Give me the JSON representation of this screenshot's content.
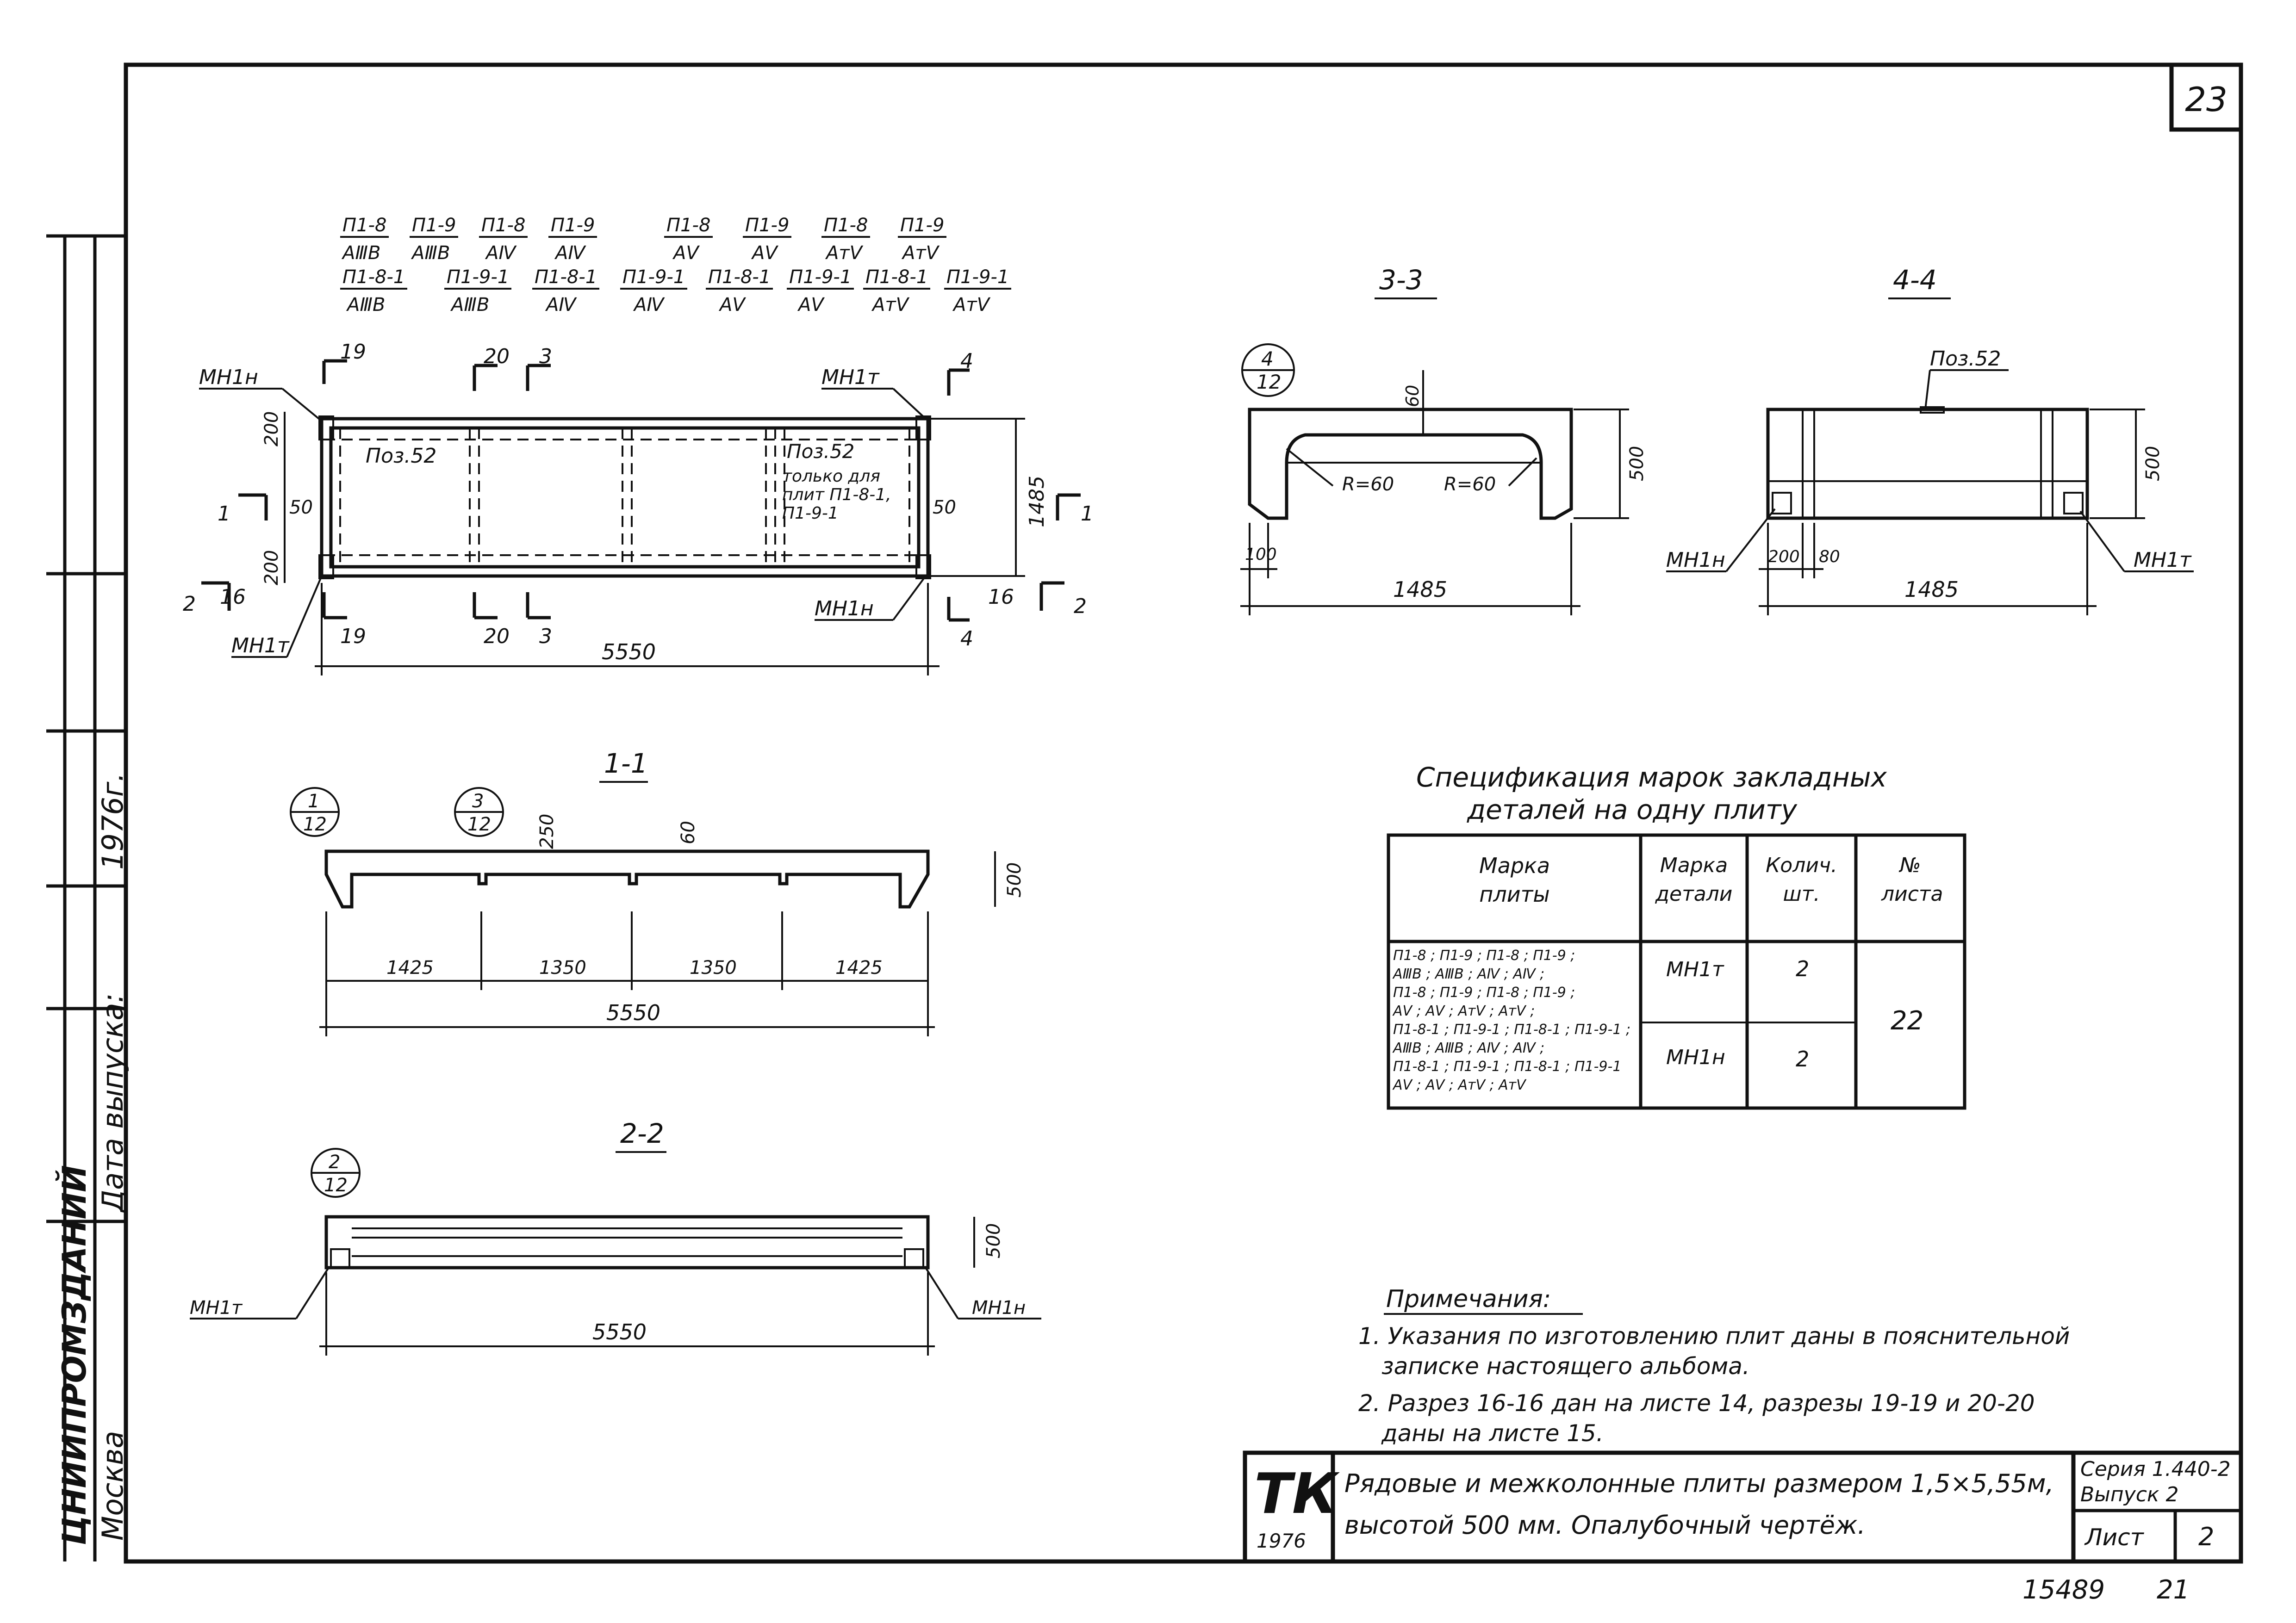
{
  "sheet_number_top": "23",
  "left_strip": {
    "org": "ЦНИИПРОМЗДАНИЙ",
    "city": "Москва",
    "date_label": "Дата выпуска:",
    "year": "1976г."
  },
  "plan": {
    "marks_row1": [
      {
        "num": "П1-8",
        "den": "AⅢB"
      },
      {
        "num": "П1-9",
        "den": "AⅢB"
      },
      {
        "num": "П1-8",
        "den": "AⅣ"
      },
      {
        "num": "П1-9",
        "den": "AⅣ"
      },
      {
        "num": "П1-8",
        "den": "AⅤ"
      },
      {
        "num": "П1-9",
        "den": "AⅤ"
      },
      {
        "num": "П1-8",
        "den": "AтⅤ"
      },
      {
        "num": "П1-9",
        "den": "AтⅤ"
      }
    ],
    "marks_row2": [
      {
        "num": "П1-8-1",
        "den": "AⅢB"
      },
      {
        "num": "П1-9-1",
        "den": "AⅢB"
      },
      {
        "num": "П1-8-1",
        "den": "AⅣ"
      },
      {
        "num": "П1-9-1",
        "den": "AⅣ"
      },
      {
        "num": "П1-8-1",
        "den": "AⅤ"
      },
      {
        "num": "П1-9-1",
        "den": "AⅤ"
      },
      {
        "num": "П1-8-1",
        "den": "AтⅤ"
      },
      {
        "num": "П1-9-1",
        "den": "AтⅤ"
      }
    ],
    "mn1n": "МН1н",
    "mn1t": "МН1т",
    "pos52": "Поз.52",
    "pos52_note_title": "Поз.52",
    "pos52_note": "только для плит П1-8-1, П1-9-1",
    "cut_19": "19",
    "cut_20": "20",
    "cut_3": "3",
    "cut_4": "4",
    "cut_1": "1",
    "cut_2": "2",
    "cut_16": "16",
    "dim_200": "200",
    "dim_50": "50",
    "dim_width": "1485",
    "dim_length": "5550"
  },
  "section_11": {
    "title": "1-1",
    "callout1": {
      "num": "1",
      "den": "12"
    },
    "callout2": {
      "num": "3",
      "den": "12"
    },
    "dim_250": "250",
    "dim_60": "60",
    "dim_500": "500",
    "spans": [
      "1425",
      "1350",
      "1350",
      "1425"
    ],
    "total": "5550"
  },
  "section_22": {
    "title": "2-2",
    "callout": {
      "num": "2",
      "den": "12"
    },
    "dim_500": "500",
    "total": "5550",
    "left_mark": "МН1т",
    "right_mark": "МН1н"
  },
  "section_33": {
    "title": "3-3",
    "callout": {
      "num": "4",
      "den": "12"
    },
    "dim_60": "60",
    "r1": "R=60",
    "r2": "R=60",
    "dim_500": "500",
    "dim_100": "100",
    "dim_width": "1485"
  },
  "section_44": {
    "title": "4-4",
    "pos": "Поз.52",
    "dim_500": "500",
    "dim_200": "200",
    "dim_80": "80",
    "dim_width": "1485",
    "left_mark": "МН1н",
    "right_mark": "МН1т"
  },
  "spec": {
    "title_line1": "Спецификация марок закладных",
    "title_line2": "деталей на одну плиту",
    "headers": [
      "Марка плиты",
      "Марка детали",
      "Колич. шт.",
      "№ листа"
    ],
    "plate_marks": [
      "П1-8 ; П1-9 ; П1-8 ; П1-9 ;",
      "AⅢB ; AⅢB ; AⅣ ; AⅣ ;",
      "П1-8 ; П1-9 ; П1-8 ; П1-9 ;",
      "AⅤ ; AⅤ ; AтⅤ ; AтⅤ ;",
      "П1-8-1 ; П1-9-1 ; П1-8-1 ; П1-9-1 ;",
      "AⅢB ; AⅢB ; AⅣ ; AⅣ ;",
      "П1-8-1 ; П1-9-1 ; П1-8-1 ; П1-9-1",
      "AⅤ ; AⅤ ; AтⅤ ; AтⅤ"
    ],
    "rows": [
      {
        "detail": "МН1т",
        "qty": "2"
      },
      {
        "detail": "МН1н",
        "qty": "2"
      }
    ],
    "sheet": "22"
  },
  "notes": {
    "title": "Примечания:",
    "n1a": "1. Указания по изготовлению плит даны в пояснительной",
    "n1b": "записке настоящего альбома.",
    "n2a": "2. Разрез 16-16 дан на листе 14, разрезы 19-19 и 20-20",
    "n2b": "даны на листе 15."
  },
  "title_block": {
    "org_mark": "ТК",
    "year": "1976",
    "title_line1": "Рядовые и межколонные плиты размером 1,5×5,55м,",
    "title_line2": "высотой 500 мм. Опалубочный чертёж.",
    "series": "Серия 1.440-2",
    "issue": "Выпуск 2",
    "sheet_label": "Лист",
    "sheet_no": "2"
  },
  "footer_number": "15489",
  "footer_page": "21"
}
